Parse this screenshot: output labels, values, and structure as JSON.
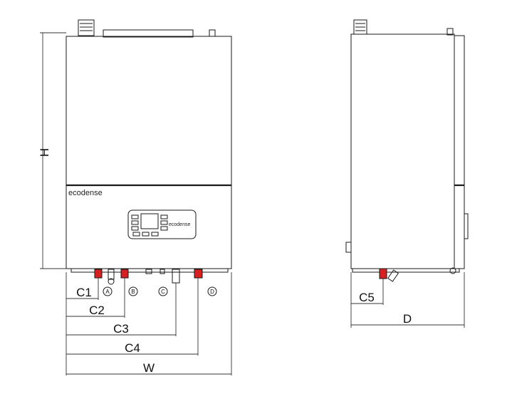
{
  "dimensions": {
    "height": "H",
    "width": "W",
    "depth": "D",
    "c1": "C1",
    "c2": "C2",
    "c3": "C3",
    "c4": "C4",
    "c5": "C5"
  },
  "connections": {
    "a": "A",
    "b": "B",
    "c": "C",
    "d": "D"
  },
  "brand": {
    "panel_logo": "ecodense",
    "display_logo": "ecodense"
  },
  "colors": {
    "line": "#1a1a1a",
    "pipe_red": "#d42020",
    "background": "#ffffff"
  }
}
